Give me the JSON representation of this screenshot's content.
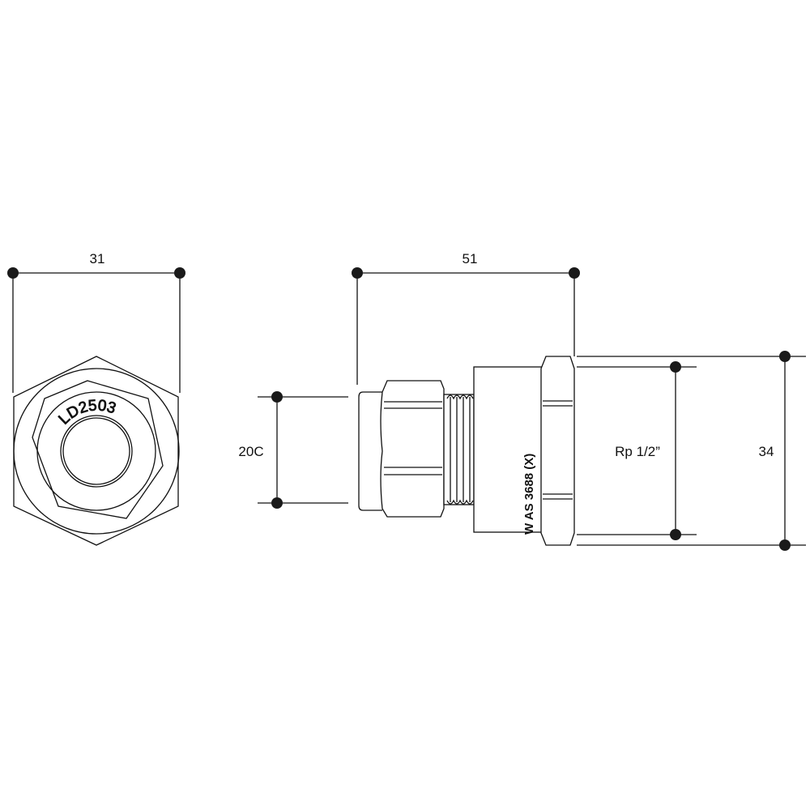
{
  "front_view": {
    "width_label": "31",
    "marking": "LD2503"
  },
  "side_view": {
    "length_label": "51",
    "pipe_size_label": "20C",
    "thread_label": "Rp 1/2”",
    "hex_size_label": "34",
    "body_marking": "W AS 3688 (X)"
  },
  "colors": {
    "line": "#111111",
    "background": "#ffffff"
  }
}
